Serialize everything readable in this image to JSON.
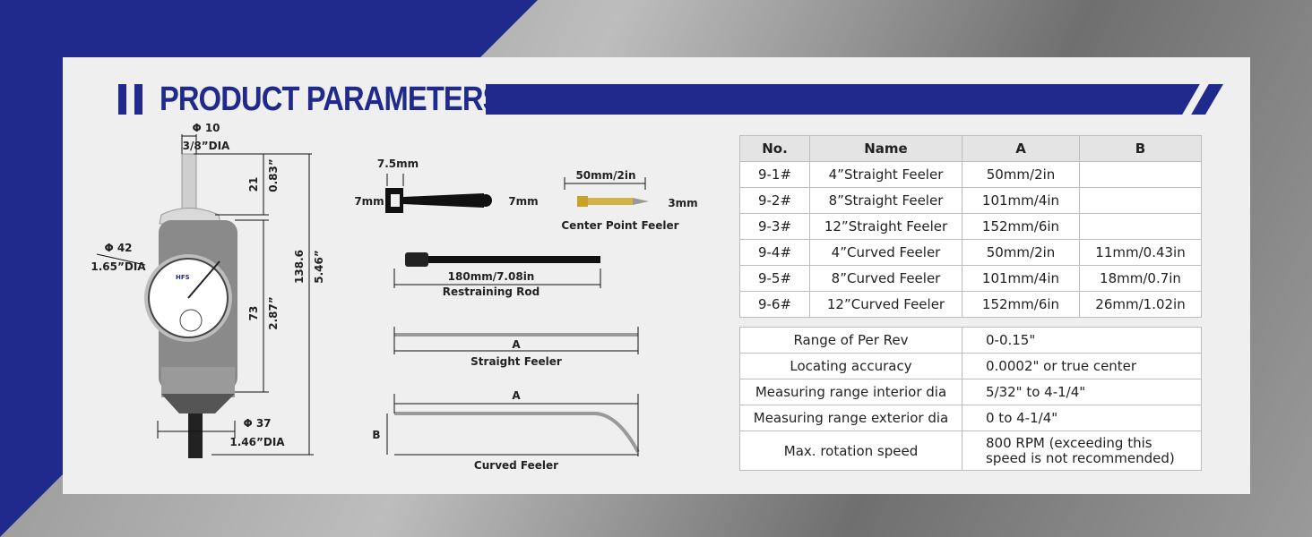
{
  "title": "PRODUCT PARAMETERS",
  "gauge": {
    "top_dia": "Φ 10",
    "top_dia_in": "3/8”DIA",
    "top_len": "21",
    "top_len_in": "0.83”",
    "body_dia": "Φ 42",
    "body_dia_in": "1.65”DIA",
    "body_len": "73",
    "body_len_in": "2.87”",
    "total_len": "138.6",
    "total_len_in": "5.46”",
    "base_dia": "Φ 37",
    "base_dia_in": "1.46”DIA"
  },
  "tools": {
    "wrench_top": "7.5mm",
    "wrench_left": "7mm",
    "wrench_right": "7mm",
    "cp_len": "50mm/2in",
    "cp_dia": "3mm",
    "cp_label": "Center Point Feeler",
    "rod_len": "180mm/7.08in",
    "rod_label": "Restraining Rod",
    "straight_dim": "A",
    "straight_label": "Straight Feeler",
    "curved_dim_a": "A",
    "curved_dim_b": "B",
    "curved_label": "Curved Feeler"
  },
  "table": {
    "headers": [
      "No.",
      "Name",
      "A",
      "B"
    ],
    "rows": [
      [
        "9-1#",
        "4”Straight Feeler",
        "50mm/2in",
        ""
      ],
      [
        "9-2#",
        "8”Straight Feeler",
        "101mm/4in",
        ""
      ],
      [
        "9-3#",
        "12”Straight Feeler",
        "152mm/6in",
        ""
      ],
      [
        "9-4#",
        "4”Curved Feeler",
        "50mm/2in",
        "11mm/0.43in"
      ],
      [
        "9-5#",
        "8”Curved Feeler",
        "101mm/4in",
        "18mm/0.7in"
      ],
      [
        "9-6#",
        "12”Curved Feeler",
        "152mm/6in",
        "26mm/1.02in"
      ]
    ]
  },
  "specs": [
    [
      "Range of Per Rev",
      "0-0.15\""
    ],
    [
      "Locating accuracy",
      "0.0002\" or true center"
    ],
    [
      "Measuring range interior dia",
      "5/32\" to 4-1/4\""
    ],
    [
      "Measuring range exterior dia",
      " 0 to 4-1/4\""
    ],
    [
      "Max. rotation speed",
      "800 RPM (exceeding this speed is not recommended)"
    ]
  ],
  "colors": {
    "brand": "#1f2a8c",
    "gauge_body": "#8a8a8a"
  }
}
